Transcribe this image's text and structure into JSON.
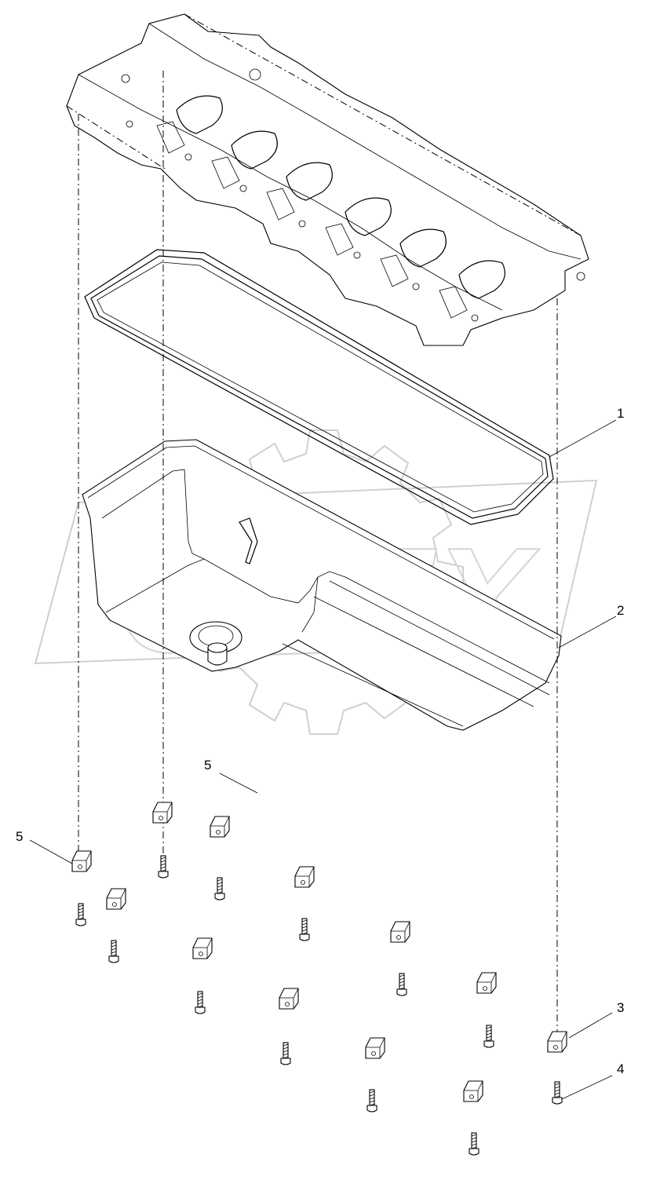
{
  "callouts": {
    "c1": "1",
    "c2": "2",
    "c3": "3",
    "c4": "4",
    "c5a": "5",
    "c5b": "5"
  },
  "watermark": {
    "text": "OPEX",
    "color": "#cfcfcf"
  },
  "colors": {
    "line": "#000000",
    "background": "#ffffff"
  }
}
